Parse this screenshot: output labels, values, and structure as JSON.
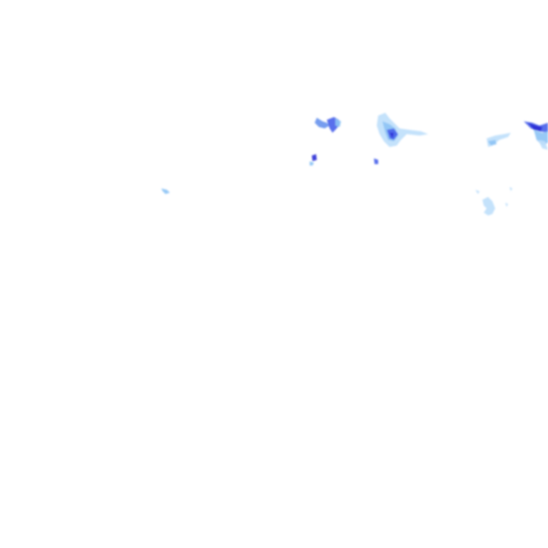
{
  "layer": {
    "type": "precipitation-radar-overlay",
    "background": "#ffffff"
  },
  "intensity_palette": {
    "light": "#bfe0fb",
    "light_mid": "#8ec4f5",
    "moderate": "#6a95ee",
    "heavy": "#4a63ea",
    "intense": "#2b2fd6"
  },
  "echo_cells": [
    {
      "name": "cell-a",
      "levels": [
        "moderate",
        "heavy",
        "light_mid"
      ]
    },
    {
      "name": "cell-b",
      "levels": [
        "light",
        "light_mid",
        "heavy",
        "intense"
      ]
    },
    {
      "name": "cell-c",
      "levels": [
        "light",
        "light_mid"
      ]
    },
    {
      "name": "cell-d",
      "levels": [
        "heavy",
        "intense",
        "light_mid",
        "light"
      ]
    },
    {
      "name": "cell-e",
      "levels": [
        "intense",
        "light_mid"
      ]
    },
    {
      "name": "cell-f",
      "levels": [
        "heavy"
      ]
    },
    {
      "name": "cell-g",
      "levels": [
        "light_mid"
      ]
    },
    {
      "name": "cell-h",
      "levels": [
        "light"
      ]
    }
  ]
}
